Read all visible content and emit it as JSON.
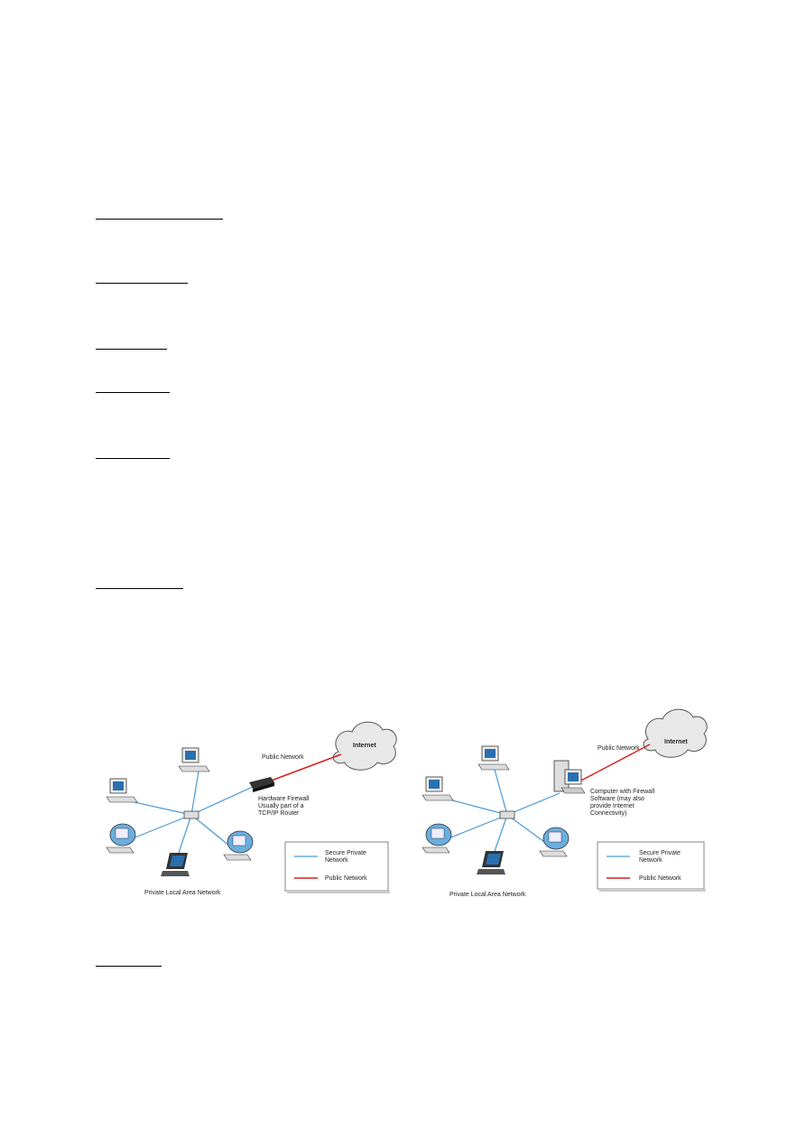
{
  "diagrams": [
    {
      "internet_label": "Internet",
      "public_link_label": "Public Network",
      "firewall_label_lines": [
        "Hardware Firewall",
        "Usually part of a",
        "TCP/IP Router"
      ],
      "lan_label": "Private Local Area Network",
      "legend": [
        {
          "label_lines": [
            "Secure Private",
            "Network"
          ],
          "color": "#4a9ad8"
        },
        {
          "label_lines": [
            "Public Network"
          ],
          "color": "#d42020"
        }
      ]
    },
    {
      "internet_label": "Internet",
      "public_link_label": "Public Network",
      "firewall_label_lines": [
        "Computer with Firewall",
        "Software (may also",
        "provide Internet",
        "Connectivity)"
      ],
      "lan_label": "Private Local Area Network",
      "legend": [
        {
          "label_lines": [
            "Secure Private",
            "Network"
          ],
          "color": "#4a9ad8"
        },
        {
          "label_lines": [
            "Public Network"
          ],
          "color": "#d42020"
        }
      ]
    }
  ]
}
